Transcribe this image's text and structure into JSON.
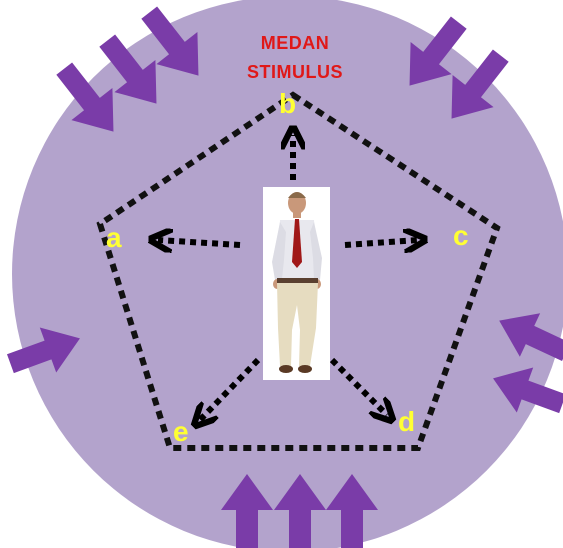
{
  "title": [
    "MEDAN",
    "STIMULUS"
  ],
  "vertices": {
    "a": "a",
    "b": "b",
    "c": "c",
    "d": "d",
    "e": "e"
  },
  "colors": {
    "field": "#b3a3cc",
    "arrows": "#7a3ca8",
    "title": "#e01818",
    "vertex_labels": "#ffff33",
    "pentagon": "#111111"
  },
  "icons": {
    "center_figure": "walking-man-icon",
    "stimulus_arrows": "stimulus-arrow-icon"
  }
}
